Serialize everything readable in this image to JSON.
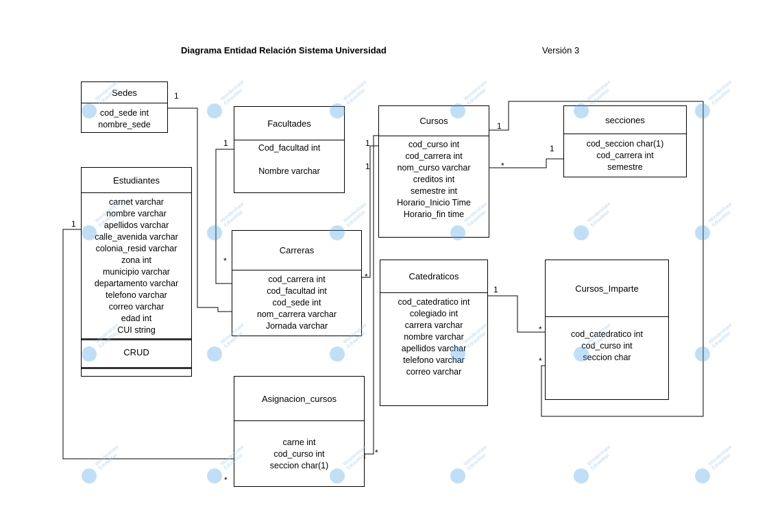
{
  "header": {
    "title": "Diagrama Entidad Relación Sistema Universidad",
    "version": "Versión 3"
  },
  "entities": {
    "sedes": {
      "name": "Sedes",
      "attrs": [
        "cod_sede int",
        "nombre_sede"
      ]
    },
    "facultades": {
      "name": "Facultades",
      "attrs": [
        "Cod_facultad int",
        "",
        "Nombre varchar"
      ]
    },
    "cursos": {
      "name": "Cursos",
      "attrs": [
        "cod_curso  int",
        "cod_carrera int",
        "nom_curso varchar",
        "creditos int",
        "semestre int",
        "Horario_Inicio Time",
        "Horario_fin  time"
      ]
    },
    "secciones": {
      "name": "secciones",
      "attrs": [
        "cod_seccion char(1)",
        "cod_carrera int",
        "semestre"
      ]
    },
    "estudiantes": {
      "name": "Estudiantes",
      "attrs": [
        "carnet    varchar",
        "nombre varchar",
        "apellidos varchar",
        "calle_avenida varchar",
        "colonia_resid varchar",
        "zona  int",
        "municipio varchar",
        "departamento varchar",
        "telefono varchar",
        "correo varchar",
        "edad int",
        "CUI string"
      ],
      "extra": "CRUD"
    },
    "carreras": {
      "name": "Carreras",
      "attrs": [
        "cod_carrera int",
        "cod_facultad int",
        "cod_sede int",
        "nom_carrera varchar",
        "Jornada varchar"
      ]
    },
    "catedraticos": {
      "name": "Catedraticos",
      "attrs": [
        "cod_catedratico int",
        "colegiado int",
        "carrera varchar",
        "nombre varchar",
        "apellidos varchar",
        "telefono varchar",
        "correo varchar"
      ]
    },
    "cursos_imparte": {
      "name": "Cursos_Imparte",
      "attrs": [
        "cod_catedratico int",
        "cod_curso int",
        "seccion char"
      ]
    },
    "asignacion_cursos": {
      "name": "Asignacion_cursos",
      "attrs": [
        "carne int",
        "cod_curso int",
        "seccion char(1)"
      ]
    }
  },
  "multiplicities": {
    "sedes_one": "1",
    "fac_one": "1",
    "carr_fac_many": "*",
    "cursos_one_a": "1",
    "cursos_one_b": "1",
    "cursos_sec_one": "1",
    "cursos_sec_many": "*",
    "sec_one": "1",
    "carr_curso_many": "*",
    "est_one": "1",
    "cat_one": "1",
    "ci_many_a": "*",
    "ci_many_b": "*",
    "asig_many_a": "*",
    "asig_many_b": "*"
  },
  "watermark": {
    "line1": "Wondershare",
    "line2": "EdrawMax"
  }
}
